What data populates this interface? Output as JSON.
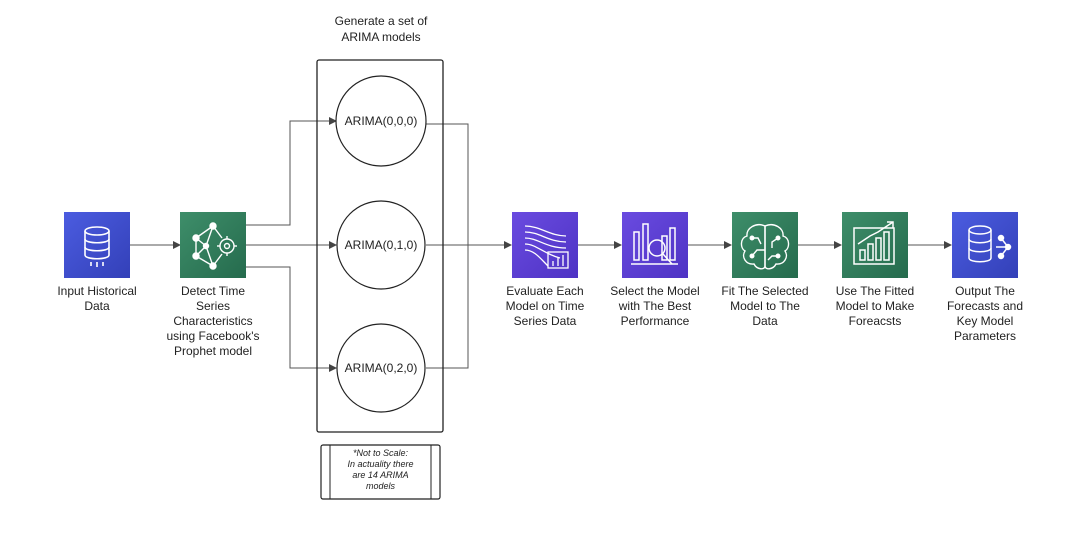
{
  "group": {
    "title": "Generate a set of\nARIMA models",
    "models": [
      "ARIMA(0,0,0)",
      "ARIMA(0,1,0)",
      "ARIMA(0,2,0)"
    ],
    "note": "*Not to Scale:\nIn actuality there\nare 14 ARIMA\nmodels"
  },
  "steps": [
    {
      "label": "Input Historical\nData",
      "color": "#3F48CC",
      "icon": "database-icon"
    },
    {
      "label": "Detect Time\nSeries\nCharacteristics\nusing Facebook's\nProphet model",
      "color": "#2E7D5B",
      "icon": "neural-network-icon"
    },
    {
      "label": "Evaluate Each\nModel on Time\nSeries Data",
      "color": "#5B3FD0",
      "icon": "data-wave-chart-icon"
    },
    {
      "label": "Select the Model\nwith The Best\nPerformance",
      "color": "#5B3FD0",
      "icon": "chart-magnifier-icon"
    },
    {
      "label": "Fit The Selected\nModel to The\nData",
      "color": "#2E7D5B",
      "icon": "brain-circuit-icon"
    },
    {
      "label": "Use The Fitted\nModel to Make\nForeacsts",
      "color": "#2E7D5B",
      "icon": "growth-chart-icon"
    },
    {
      "label": "Output The\nForecasts and\nKey Model\nParameters",
      "color": "#3F48CC",
      "icon": "database-share-icon"
    }
  ]
}
